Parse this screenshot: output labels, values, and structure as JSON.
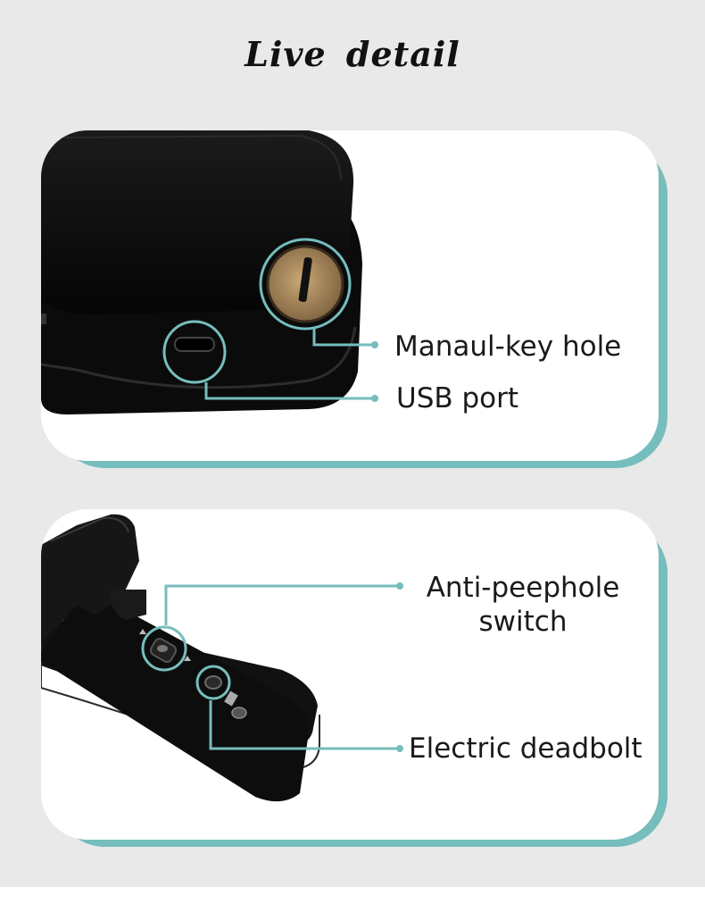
{
  "page": {
    "title": "Live detail",
    "accent_color": "#76bdbd",
    "background_color": "#e8e9e8"
  },
  "panel_top": {
    "callouts": [
      {
        "label": "Manaul-key hole",
        "target": "key-hole-icon"
      },
      {
        "label": "USB port",
        "target": "usb-port-icon"
      }
    ]
  },
  "panel_bottom": {
    "callouts": [
      {
        "label_line1": "Anti-peephole",
        "label_line2": "switch",
        "target": "slide-switch-icon"
      },
      {
        "label": "Electric deadbolt",
        "target": "push-button-icon"
      }
    ]
  }
}
